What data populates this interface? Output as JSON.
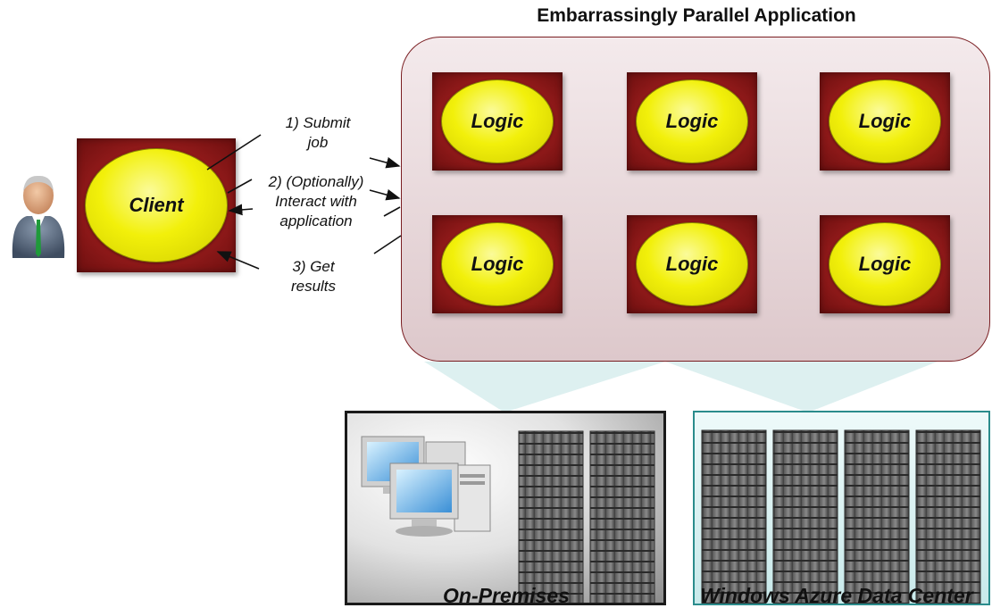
{
  "title": "Embarrassingly Parallel Application",
  "client": {
    "label": "Client"
  },
  "logic_nodes": [
    {
      "label": "Logic"
    },
    {
      "label": "Logic"
    },
    {
      "label": "Logic"
    },
    {
      "label": "Logic"
    },
    {
      "label": "Logic"
    },
    {
      "label": "Logic"
    }
  ],
  "annotations": {
    "submit": [
      "1) Submit",
      "job"
    ],
    "interact": [
      "2) (Optionally)",
      "Interact with",
      "application"
    ],
    "results": [
      "3) Get",
      "results"
    ]
  },
  "environments": {
    "on_premises": "On-Premises",
    "azure": "Windows Azure Data Center"
  },
  "icons": [
    "user-icon",
    "desktop-computer-icon",
    "server-rack-icon"
  ],
  "colors": {
    "box_red": "#921a1a",
    "ellipse_yellow": "#f2f00a",
    "container_border": "#7a1e22",
    "azure_teal": "#2b8c8c"
  }
}
